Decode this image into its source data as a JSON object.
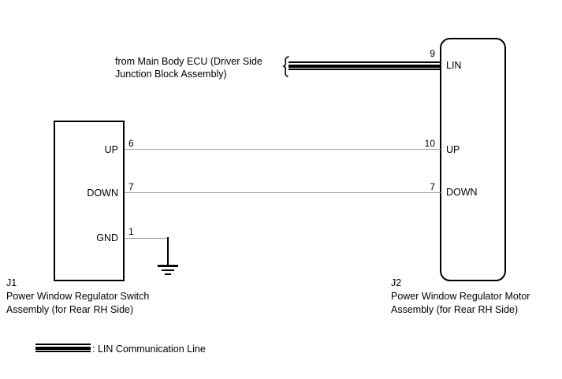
{
  "diagram": {
    "title_note": "from Main Body ECU (Driver Side Junction Block Assembly)",
    "note_line1": "from Main Body ECU (Driver Side",
    "note_line2": "Junction Block Assembly)",
    "background_color": "#ffffff",
    "wire_color": "#a2a2a2",
    "outline_color": "#000000"
  },
  "connectors": [
    {
      "id": "J1",
      "ref": "J1",
      "caption_line1": "Power Window Regulator Switch",
      "caption_line2": "Assembly (for Rear RH Side)",
      "shape": "square",
      "pins": [
        {
          "number": "6",
          "label": "UP"
        },
        {
          "number": "7",
          "label": "DOWN"
        },
        {
          "number": "1",
          "label": "GND"
        }
      ]
    },
    {
      "id": "J2",
      "ref": "J2",
      "caption_line1": "Power Window Regulator Motor",
      "caption_line2": "Assembly (for Rear RH Side)",
      "shape": "rounded",
      "pins": [
        {
          "number": "9",
          "label": "LIN"
        },
        {
          "number": "10",
          "label": "UP"
        },
        {
          "number": "7",
          "label": "DOWN"
        }
      ]
    }
  ],
  "legend": {
    "symbol": "lin-communication-line-symbol",
    "text": ": LIN Communication Line"
  }
}
